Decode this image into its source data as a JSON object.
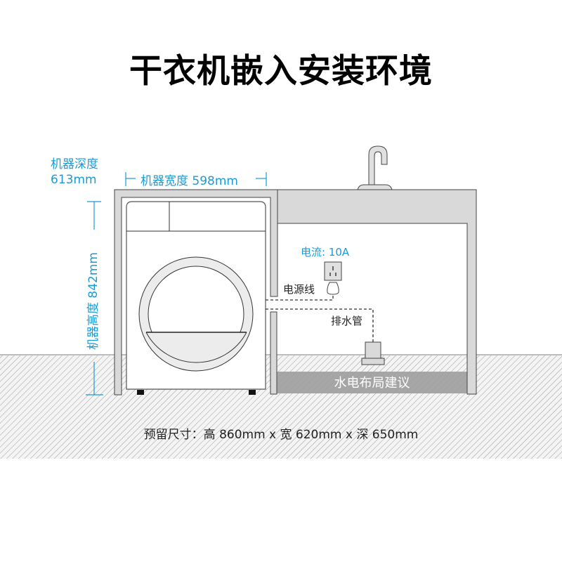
{
  "title": "干衣机嵌入安装环境",
  "dimensions": {
    "depth_label": "机器深度",
    "depth_value": "613mm",
    "width_label": "机器宽度 598mm",
    "height_label": "机器高度 842mm"
  },
  "utilities": {
    "current": "电流: 10A",
    "power_cord": "电源线",
    "drain_pipe": "排水管",
    "layout_band": "水电布局建议"
  },
  "reserve_size": "预留尺寸：高 860mm x 宽 620mm x 深 650mm",
  "colors": {
    "accent_blue": "#1a9bd7",
    "frame_gray": "#d9d9d9",
    "band_gray": "#9e9e9e",
    "outline": "#333333"
  }
}
